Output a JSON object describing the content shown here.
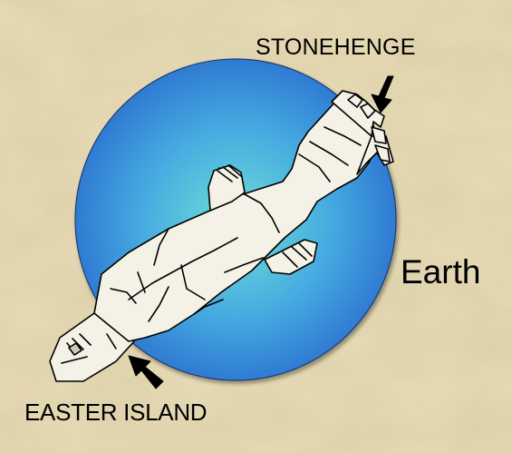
{
  "labels": {
    "stonehenge": "STONEHENGE",
    "easter_island": "EASTER ISLAND",
    "earth": "Earth"
  },
  "colors": {
    "parchment": "#e8dcb6",
    "globe_edge": "#2a6fcf",
    "globe_center": "#5fd8d8",
    "figure_fill": "#f4f1e6",
    "ink": "#000000"
  },
  "icons": {
    "arrow": "arrow-icon",
    "figure": "giant-figure-icon",
    "globe": "globe-icon"
  }
}
